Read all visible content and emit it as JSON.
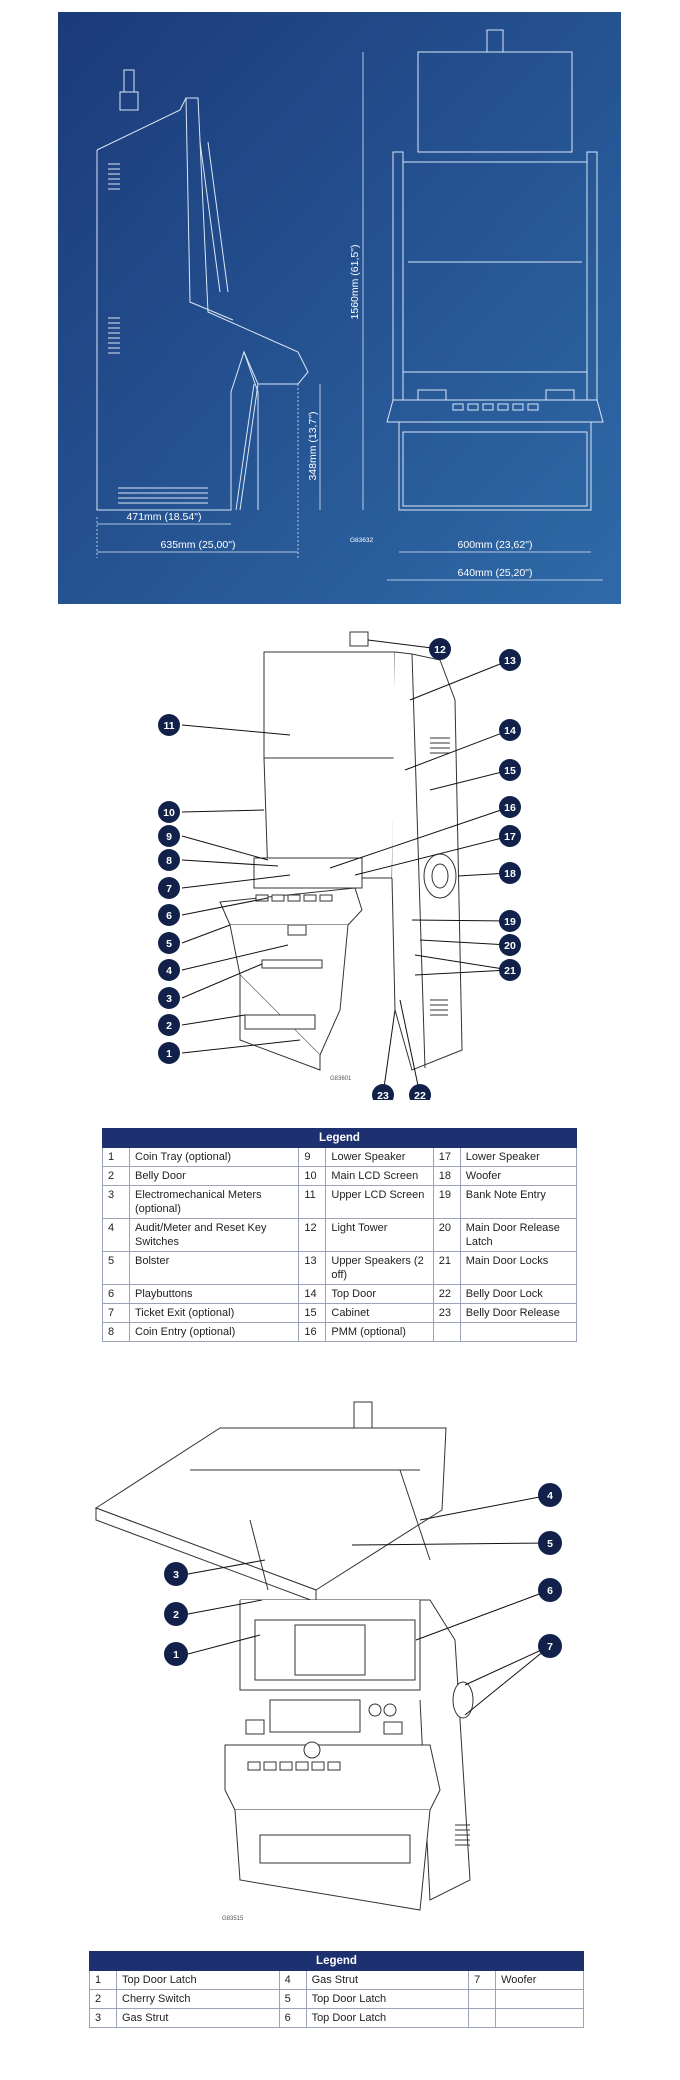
{
  "blueprint": {
    "dims": {
      "d1": "471mm (18.54\")",
      "d2": "635mm (25,00\")",
      "d3": "348mm (13,7\")",
      "d4": "1560mm (61,5\")",
      "d5": "600mm (23,62\")",
      "d6": "640mm (25,20\")"
    },
    "code": "G83632",
    "colors": {
      "bg_top": "#1b3a7a",
      "bg_bottom": "#2f6aa8",
      "line": "#dbe7f5"
    }
  },
  "diagram1": {
    "code": "G83601",
    "callouts": [
      "1",
      "2",
      "3",
      "4",
      "5",
      "6",
      "7",
      "8",
      "9",
      "10",
      "11",
      "12",
      "13",
      "14",
      "15",
      "16",
      "17",
      "18",
      "19",
      "20",
      "21",
      "22",
      "23"
    ]
  },
  "legend1": {
    "title": "Legend",
    "rows": [
      [
        {
          "n": "1",
          "t": "Coin Tray (optional)"
        },
        {
          "n": "9",
          "t": "Lower Speaker"
        },
        {
          "n": "17",
          "t": "Lower Speaker"
        }
      ],
      [
        {
          "n": "2",
          "t": "Belly Door"
        },
        {
          "n": "10",
          "t": "Main LCD Screen"
        },
        {
          "n": "18",
          "t": "Woofer"
        }
      ],
      [
        {
          "n": "3",
          "t": "Electromechanical Meters (optional)"
        },
        {
          "n": "11",
          "t": "Upper LCD Screen"
        },
        {
          "n": "19",
          "t": "Bank Note Entry"
        }
      ],
      [
        {
          "n": "4",
          "t": "Audit/Meter and Reset Key Switches"
        },
        {
          "n": "12",
          "t": "Light Tower"
        },
        {
          "n": "20",
          "t": "Main Door Release Latch"
        }
      ],
      [
        {
          "n": "5",
          "t": "Bolster"
        },
        {
          "n": "13",
          "t": "Upper Speakers (2 off)"
        },
        {
          "n": "21",
          "t": "Main Door Locks"
        }
      ],
      [
        {
          "n": "6",
          "t": "Playbuttons"
        },
        {
          "n": "14",
          "t": "Top Door"
        },
        {
          "n": "22",
          "t": "Belly Door Lock"
        }
      ],
      [
        {
          "n": "7",
          "t": "Ticket Exit (optional)"
        },
        {
          "n": "15",
          "t": "Cabinet"
        },
        {
          "n": "23",
          "t": "Belly Door Release"
        }
      ],
      [
        {
          "n": "8",
          "t": "Coin Entry (optional)"
        },
        {
          "n": "16",
          "t": "PMM (optional)"
        },
        {
          "n": "",
          "t": ""
        }
      ]
    ]
  },
  "diagram2": {
    "code": "G83515",
    "callouts": [
      "1",
      "2",
      "3",
      "4",
      "5",
      "6",
      "7"
    ]
  },
  "legend2": {
    "title": "Legend",
    "rows": [
      [
        {
          "n": "1",
          "t": "Top Door Latch"
        },
        {
          "n": "4",
          "t": "Gas Strut"
        },
        {
          "n": "7",
          "t": "Woofer"
        }
      ],
      [
        {
          "n": "2",
          "t": "Cherry Switch"
        },
        {
          "n": "5",
          "t": "Top Door Latch"
        },
        {
          "n": "",
          "t": ""
        }
      ],
      [
        {
          "n": "3",
          "t": "Gas Strut"
        },
        {
          "n": "6",
          "t": "Top Door Latch"
        },
        {
          "n": "",
          "t": ""
        }
      ]
    ]
  }
}
